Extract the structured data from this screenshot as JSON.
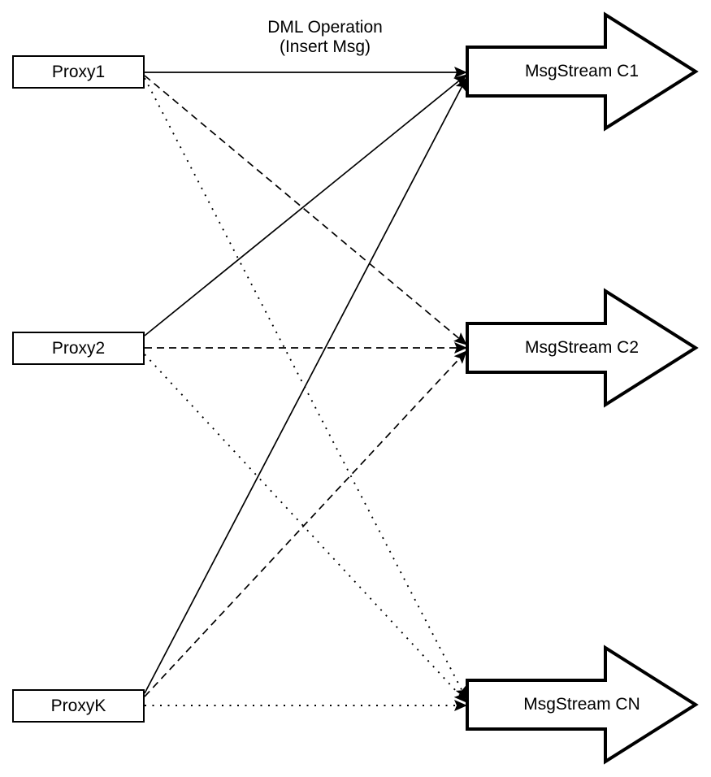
{
  "diagram": {
    "annotation": {
      "line1": "DML Operation",
      "line2": "(Insert Msg)"
    },
    "proxies": [
      {
        "id": "proxy1",
        "label": "Proxy1"
      },
      {
        "id": "proxy2",
        "label": "Proxy2"
      },
      {
        "id": "proxyk",
        "label": "ProxyK"
      }
    ],
    "streams": [
      {
        "id": "c1",
        "label": "MsgStream C1",
        "incoming_line_style": "solid"
      },
      {
        "id": "c2",
        "label": "MsgStream C2",
        "incoming_line_style": "dashed"
      },
      {
        "id": "cn",
        "label": "MsgStream CN",
        "incoming_line_style": "dotted"
      }
    ],
    "connections": [
      {
        "from": "Proxy1",
        "to": "MsgStream C1",
        "style": "solid"
      },
      {
        "from": "Proxy1",
        "to": "MsgStream C2",
        "style": "dashed"
      },
      {
        "from": "Proxy1",
        "to": "MsgStream CN",
        "style": "dotted"
      },
      {
        "from": "Proxy2",
        "to": "MsgStream C1",
        "style": "solid"
      },
      {
        "from": "Proxy2",
        "to": "MsgStream C2",
        "style": "dashed"
      },
      {
        "from": "Proxy2",
        "to": "MsgStream CN",
        "style": "dotted"
      },
      {
        "from": "ProxyK",
        "to": "MsgStream C1",
        "style": "solid"
      },
      {
        "from": "ProxyK",
        "to": "MsgStream C2",
        "style": "dashed"
      },
      {
        "from": "ProxyK",
        "to": "MsgStream CN",
        "style": "dotted"
      }
    ],
    "colors": {
      "stroke": "#000000",
      "fill": "#ffffff",
      "background": "#ffffff"
    }
  }
}
